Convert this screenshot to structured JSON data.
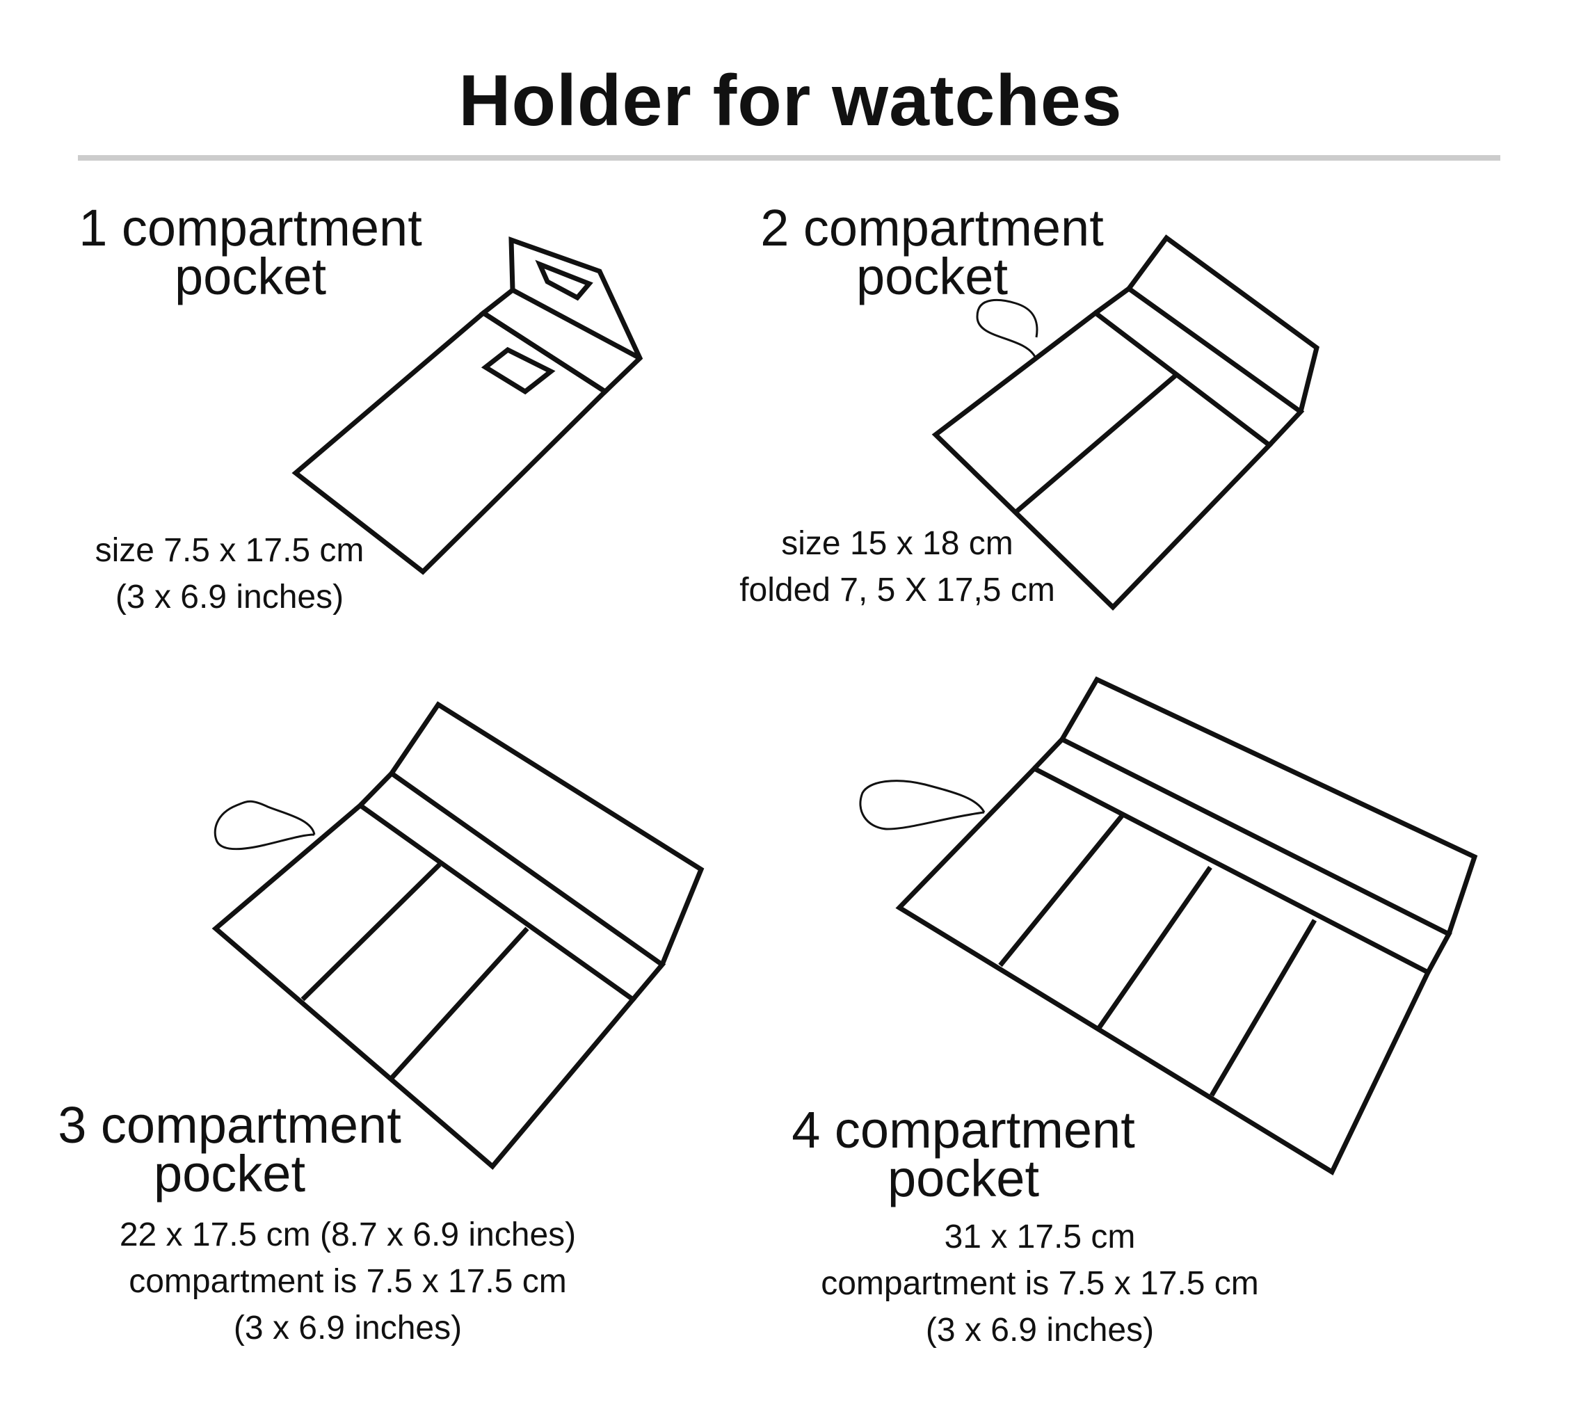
{
  "title": "Holder for watches",
  "colors": {
    "ink": "#111111",
    "rule": "#cccccc",
    "background": "#ffffff"
  },
  "pockets": [
    {
      "label_line1": "1 compartment",
      "label_line2": "pocket",
      "info_lines": [
        "size  7.5 x 17.5 cm",
        "(3 x 6.9 inches)"
      ]
    },
    {
      "label_line1": "2 compartment",
      "label_line2": "pocket",
      "info_lines": [
        "size 15 x 18 cm",
        "folded  7, 5 X 17,5 cm"
      ]
    },
    {
      "label_line1": "3 compartment",
      "label_line2": "pocket",
      "info_lines": [
        "22 x 17.5 cm (8.7 x 6.9 inches)",
        "compartment is 7.5 x 17.5 cm",
        "(3 x 6.9 inches)"
      ]
    },
    {
      "label_line1": "4 compartment",
      "label_line2": "pocket",
      "info_lines": [
        "31 x 17.5 cm",
        "compartment is 7.5 x 17.5 cm",
        "(3 x 6.9 inches)"
      ]
    }
  ]
}
